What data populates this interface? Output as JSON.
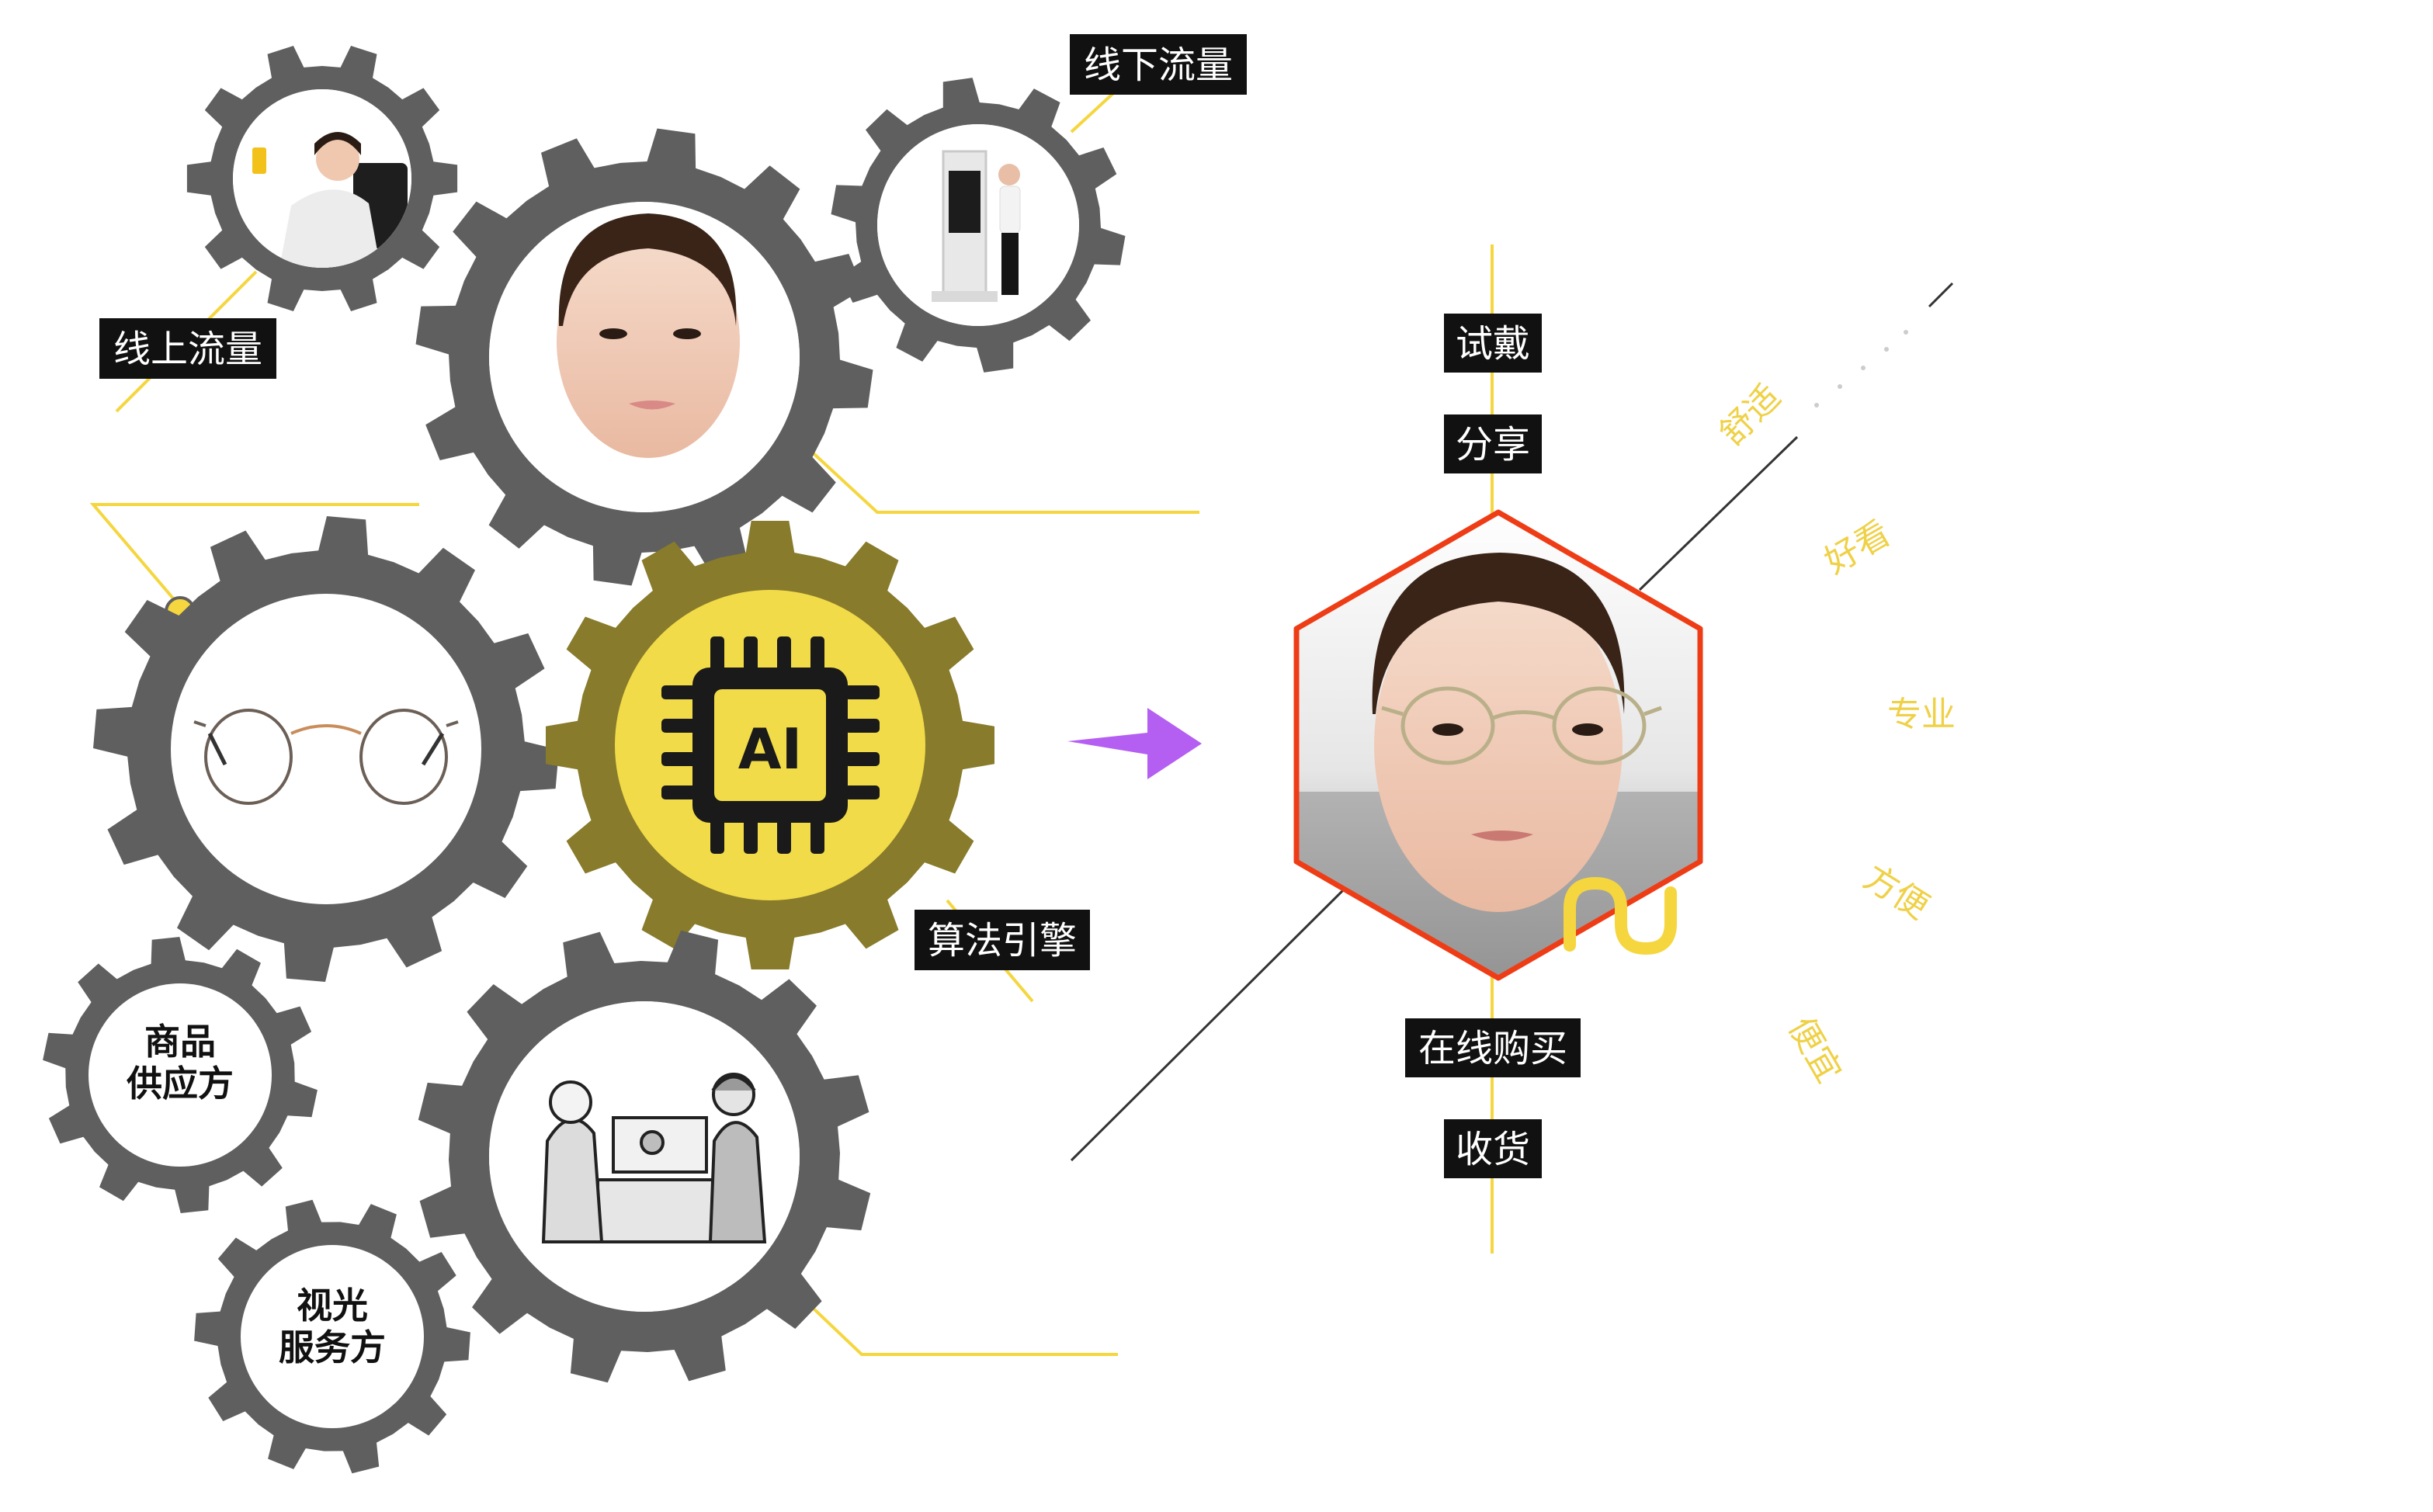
{
  "labels": {
    "online_traffic": "线上流量",
    "offline_traffic": "线下流量",
    "algorithm_engine": "算法引擎",
    "try_on": "试戴",
    "share": "分享",
    "buy_online": "在线购买",
    "receive_goods": "收货"
  },
  "gears": {
    "ai_chip": "AI",
    "goods_supplier": [
      "商品",
      "供应方"
    ],
    "vision_service": [
      "视光",
      "服务方"
    ]
  },
  "benefits": [
    "舒适",
    "好看",
    "专业",
    "方便",
    "便宜"
  ],
  "colors": {
    "gear_gray": "#5f5f5f",
    "gear_olive": "#887b2c",
    "ai_yellow": "#f2db48",
    "accent_yellow": "#f5d63e",
    "benefit_yellow": "#efd147",
    "hex_red": "#ee3d16",
    "arrow_purple": "#b45ff2",
    "label_bg": "#111111",
    "label_text": "#ffffff"
  },
  "icons": [
    "ai-chip-icon",
    "glasses-icon",
    "brand-logo-icon"
  ]
}
